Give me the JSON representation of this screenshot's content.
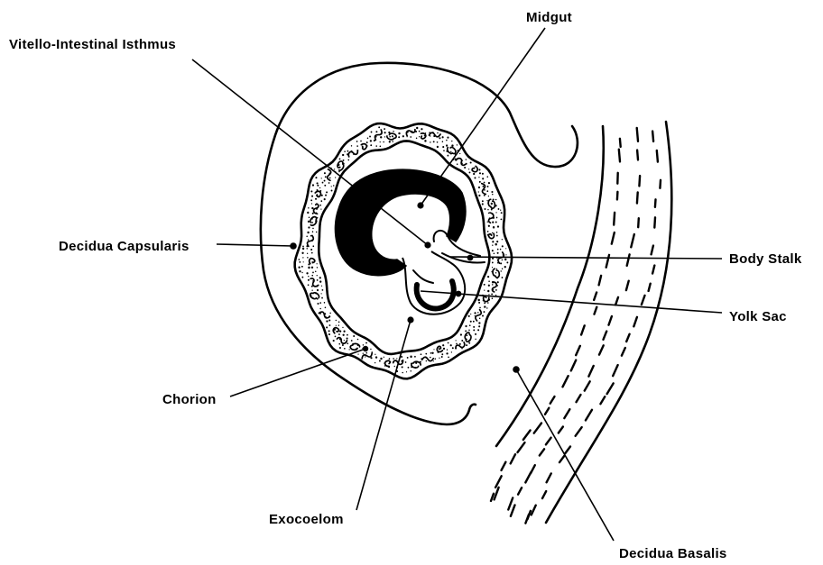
{
  "labels": {
    "midgut": "Midgut",
    "vitello_intestinal_isthmus": "Vitello-Intestinal Isthmus",
    "decidua_capsularis": "Decidua Capsularis",
    "body_stalk": "Body Stalk",
    "yolk_sac": "Yolk Sac",
    "chorion": "Chorion",
    "exocoelom": "Exocoelom",
    "decidua_basalis": "Decidua Basalis"
  },
  "colors": {
    "ink": "#000000",
    "background": "#ffffff"
  }
}
